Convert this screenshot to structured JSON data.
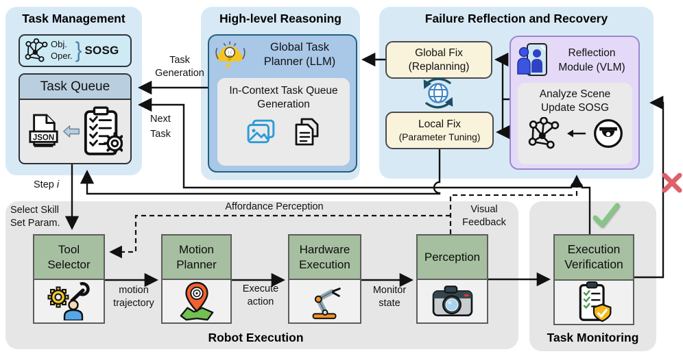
{
  "colors": {
    "panel_blue": "#d8e9f6",
    "planner_blue": "#a9c7e7",
    "queue_header": "#b9cfe0",
    "sosg_fill": "#cdeaf5",
    "inner_gray": "#e9e9e9",
    "cream": "#faf3dc",
    "purple": "#e4daf7",
    "purple_border": "#9b87cf",
    "green_header": "#a6bfa0",
    "box_body": "#f1f1f1",
    "bottom_panel": "#e6e6e6",
    "check_green": "#85c585",
    "cross_red": "#df5f6a",
    "blue_icon": "#2e9bd6",
    "brace_blue": "#4a7fa5"
  },
  "task_management": {
    "title": "Task Management",
    "sosg": {
      "obj_label": "Obj.",
      "oper_label": "Oper.",
      "brace": "}",
      "name": "SOSG",
      "icon": "scene-graph-icon"
    },
    "task_queue": {
      "header": "Task Queue",
      "json_label": "JSON",
      "icons": [
        "json-file-icon",
        "left-block-arrow-icon",
        "clipboard-gear-icon"
      ]
    }
  },
  "high_level": {
    "title": "High-level Reasoning",
    "planner": {
      "lines": [
        "Global Task",
        "Planner (LLM)"
      ],
      "icon": "bulb-idea-icon"
    },
    "incontext": {
      "lines": [
        "In-Context Task Queue",
        "Generation"
      ],
      "icons": [
        "images-icon",
        "documents-icon"
      ]
    }
  },
  "failure": {
    "title": "Failure Reflection and Recovery",
    "global_fix": {
      "lines": [
        "Global Fix",
        "(Replanning)"
      ]
    },
    "local_fix": {
      "lines": [
        "Local Fix",
        "(Parameter Tuning)"
      ]
    },
    "sync_icon": "globe-sync-icon",
    "reflection": {
      "lines": [
        "Reflection",
        "Module (VLM)"
      ],
      "icon": "people-mirror-icon"
    },
    "analyze": {
      "lines": [
        "Analyze Scene",
        "Update SOSG"
      ],
      "icons": [
        "scene-graph-icon",
        "left-arrow-icon",
        "dome-camera-icon"
      ]
    }
  },
  "robot_execution": {
    "title": "Robot Execution",
    "boxes": [
      {
        "lines": [
          "Tool",
          "Selector"
        ],
        "icon": "gear-wrench-person-icon"
      },
      {
        "lines": [
          "Motion",
          "Planner"
        ],
        "icon": "map-pin-icon"
      },
      {
        "lines": [
          "Hardware",
          "Execution"
        ],
        "icon": "robot-arm-icon"
      },
      {
        "lines": [
          "Perception"
        ],
        "icon": "camera-icon"
      }
    ]
  },
  "task_monitoring": {
    "title": "Task Monitoring",
    "box": {
      "lines": [
        "Execution",
        "Verification"
      ],
      "icon": "clipboard-shield-icon"
    },
    "success_icon": "check-icon",
    "failure_icon": "cross-icon"
  },
  "edges": {
    "task_generation": [
      "Task",
      "Generation"
    ],
    "next_task": [
      "Next",
      "Task"
    ],
    "step": {
      "prefix": "Step",
      "var": "i"
    },
    "select_skill": [
      "Select Skill",
      "Set Param."
    ],
    "affordance": "Affordance Perception",
    "visual_feedback": [
      "Visual",
      "Feedback"
    ],
    "motion_trajectory": [
      "motion",
      "trajectory"
    ],
    "execute_action": [
      "Execute",
      "action"
    ],
    "monitor_state": [
      "Monitor",
      "state"
    ]
  }
}
